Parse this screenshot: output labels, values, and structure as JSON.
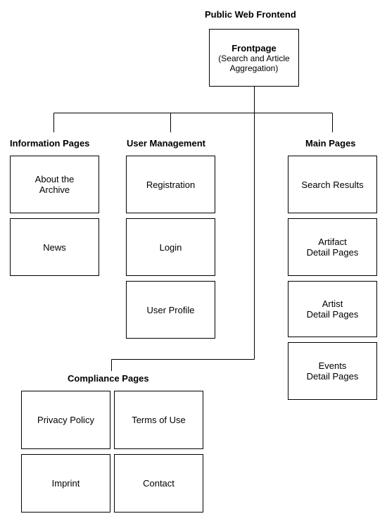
{
  "title": "Public Web Frontend",
  "root": {
    "name": "Frontpage",
    "subtitle": "(Search and Article\nAggregation)"
  },
  "groups": {
    "information": {
      "heading": "Information Pages",
      "pages": [
        "About the\nArchive",
        "News"
      ]
    },
    "user_management": {
      "heading": "User Management",
      "pages": [
        "Registration",
        "Login",
        "User Profile"
      ]
    },
    "main": {
      "heading": "Main Pages",
      "pages": [
        "Search Results",
        "Artifact\nDetail Pages",
        "Artist\nDetail Pages",
        "Events\nDetail Pages"
      ]
    },
    "compliance": {
      "heading": "Compliance Pages",
      "pages": [
        "Privacy Policy",
        "Terms of Use",
        "Imprint",
        "Contact"
      ]
    }
  }
}
